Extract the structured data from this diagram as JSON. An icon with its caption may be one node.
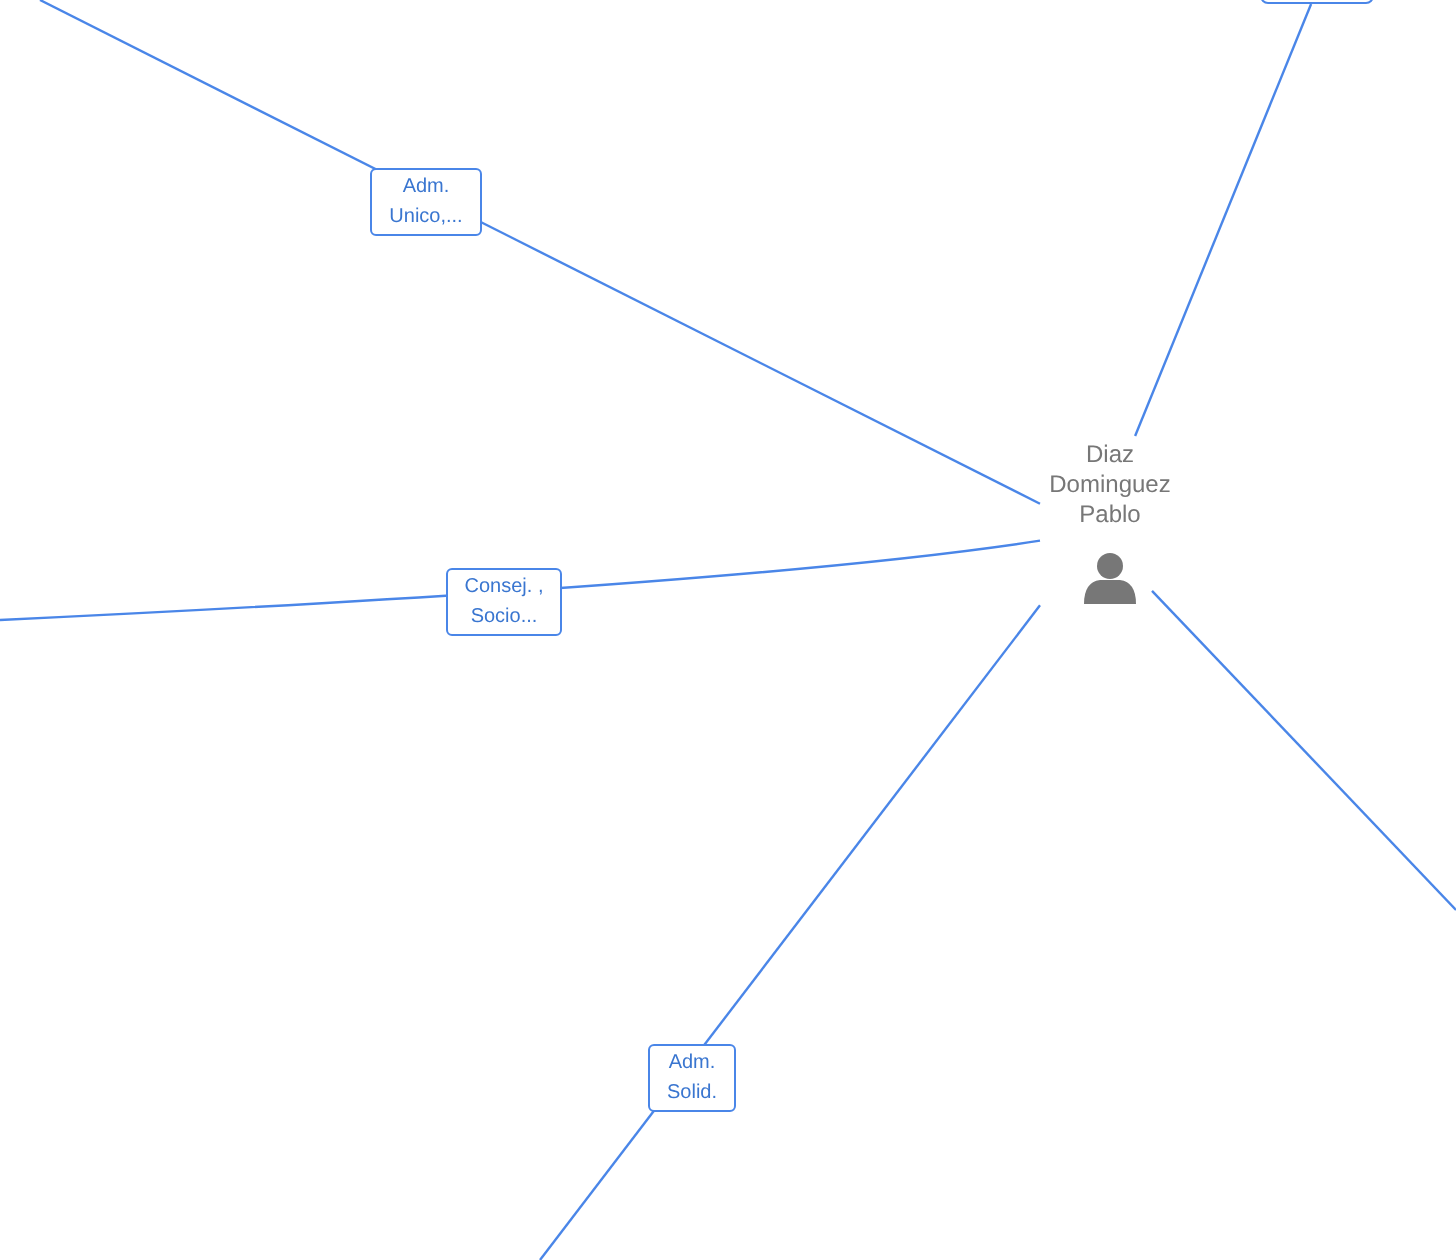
{
  "diagram": {
    "nodes": [
      {
        "text": [
          "Diaz Dominguez Pablo"
        ]
      },
      {
        "text": [],
        "shape": "box"
      }
    ],
    "edges": [
      {
        "from": 0,
        "to": null,
        "arrow": "none",
        "label": "Adm. Unico,..."
      },
      {
        "from": 0,
        "to": null,
        "arrow": "none",
        "label": "Consej. , Socio..."
      },
      {
        "from": 0,
        "to": null,
        "arrow": "none",
        "label": "Adm. Solid."
      },
      {
        "from": 0,
        "to": null,
        "arrow": "none"
      },
      {
        "from": 0,
        "to": 1,
        "arrow": "none"
      }
    ]
  }
}
